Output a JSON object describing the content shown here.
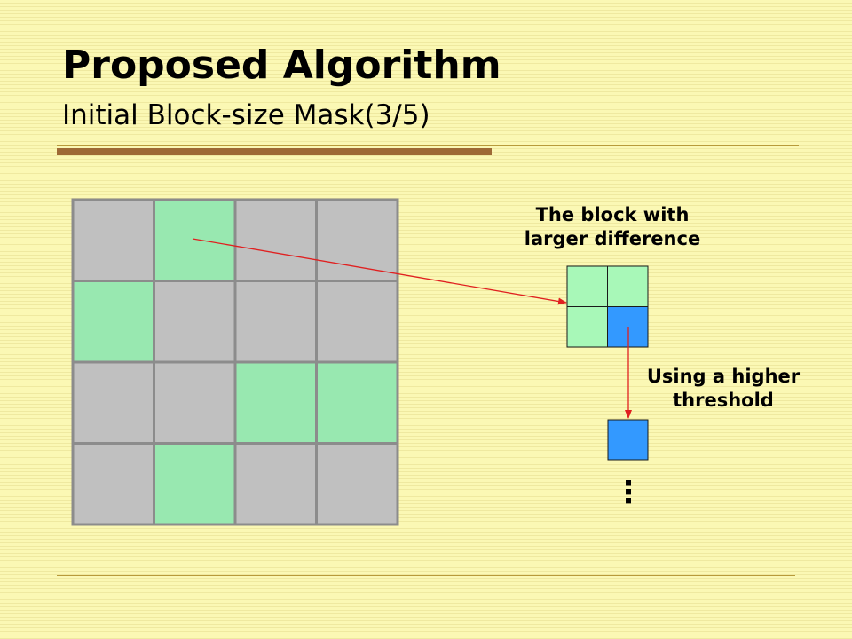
{
  "title": "Proposed Algorithm",
  "subtitle": "Initial Block-size Mask(3/5)",
  "colors": {
    "background": "#fbf8b4",
    "grid_gray": "#c0c0c0",
    "grid_green": "#98e8b0",
    "small_green": "#a8f8b8",
    "blue": "#3399ff",
    "arrow": "#e02020",
    "grid_border": "#8c8c8c"
  },
  "mask_grid": {
    "rows": 4,
    "cols": 4,
    "cells": [
      [
        "gray",
        "green",
        "gray",
        "gray"
      ],
      [
        "green",
        "gray",
        "gray",
        "gray"
      ],
      [
        "gray",
        "gray",
        "green",
        "green"
      ],
      [
        "gray",
        "green",
        "gray",
        "gray"
      ]
    ]
  },
  "split_block": {
    "rows": 2,
    "cols": 2,
    "cells": [
      [
        "green",
        "green"
      ],
      [
        "green",
        "blue"
      ]
    ]
  },
  "label_block_line1": "The block with",
  "label_block_line2": "larger difference",
  "label_threshold_line1": "Using a higher",
  "label_threshold_line2": "threshold",
  "ellipsis": "⋮"
}
